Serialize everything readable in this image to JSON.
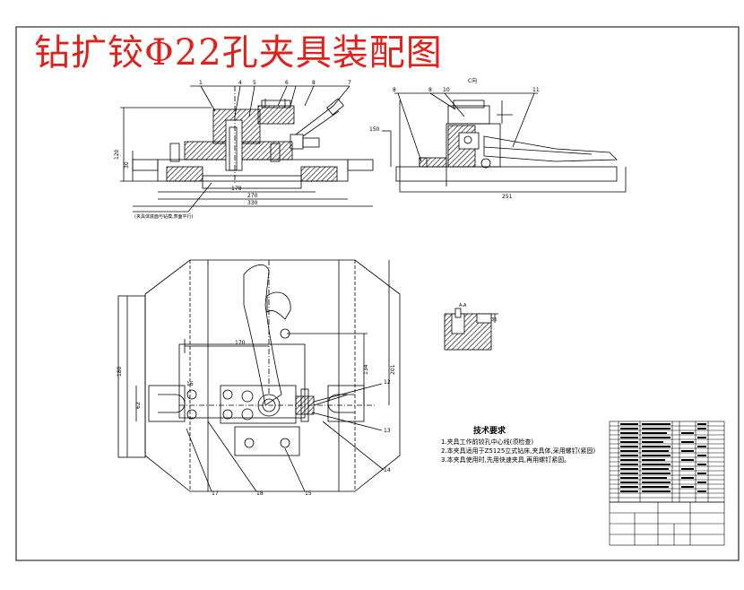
{
  "title": "钻扩铰Φ22孔夹具装配图",
  "labels": {
    "front_dims": [
      "120",
      "30",
      "178",
      "270",
      "330"
    ],
    "front_note": "(夹具体底面与钻模,表面平行)",
    "side_dims": [
      "C向",
      "150",
      "251"
    ],
    "top_dims": [
      "170",
      "180",
      "62",
      "134",
      "201"
    ],
    "section": "A-A",
    "section_dim": "36"
  },
  "balloons": {
    "front": [
      "1",
      "4",
      "5",
      "6",
      "8",
      "7"
    ],
    "side": [
      "8",
      "8",
      "10",
      "11"
    ],
    "top": [
      "12",
      "13",
      "14",
      "15",
      "16",
      "17",
      "18"
    ]
  },
  "tech_req": {
    "heading": "技术要求",
    "lines": [
      "1.夹具工作前铰孔中心线(须检查)",
      "2.本夹具适用于Z5125立式钻床,夹具体,采用螺钉(紧固)",
      "3.本夹具使用时,先用快速夹具,再用螺钉紧固。"
    ]
  },
  "colors": {
    "title": "#e0201a",
    "line": "#000000",
    "hatch": "#000000"
  }
}
